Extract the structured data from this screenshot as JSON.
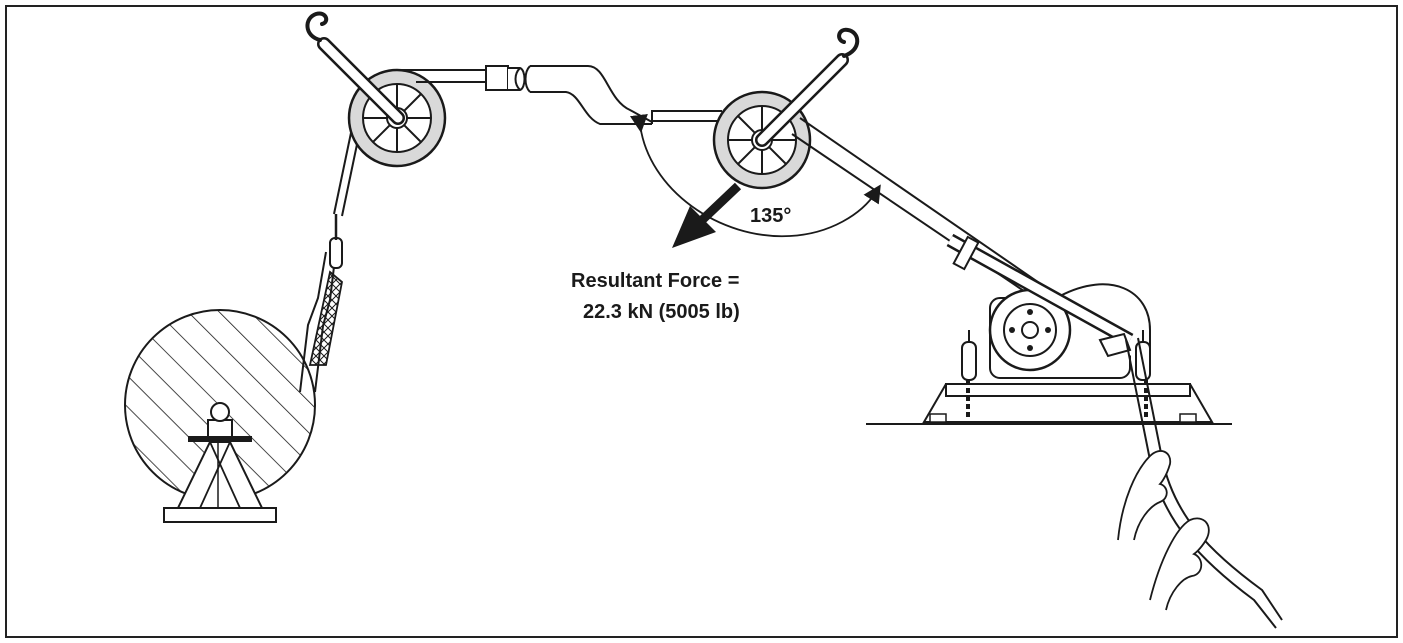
{
  "diagram": {
    "angle_label": "135°",
    "resultant_line1": "Resultant Force =",
    "resultant_line2": "22.3 kN (5005 lb)"
  },
  "colors": {
    "border": "#222222",
    "line": "#1a1a1a",
    "sheave_fill": "#d9d9d9",
    "reel_fill": "#ffffff"
  }
}
